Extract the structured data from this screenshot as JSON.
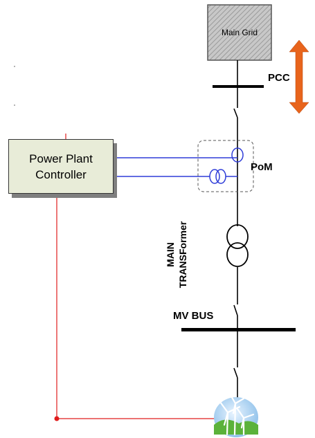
{
  "main_grid": {
    "label": "Main Grid"
  },
  "pcc": {
    "label": "PCC",
    "arrow_color": "#e8641c"
  },
  "pom": {
    "label": "PoM"
  },
  "controller": {
    "line1": "Power Plant",
    "line2": "Controller",
    "fill": "#e8ecd8"
  },
  "transformer": {
    "line1": "MAIN",
    "line2": "TRANSFormer"
  },
  "mv_bus": {
    "label": "MV BUS"
  },
  "wind_farm": {
    "icon": "wind-turbine-icon"
  },
  "colors": {
    "signal_line": "#2e3cd8",
    "control_line": "#e01c1c",
    "bus_line": "#000000"
  }
}
